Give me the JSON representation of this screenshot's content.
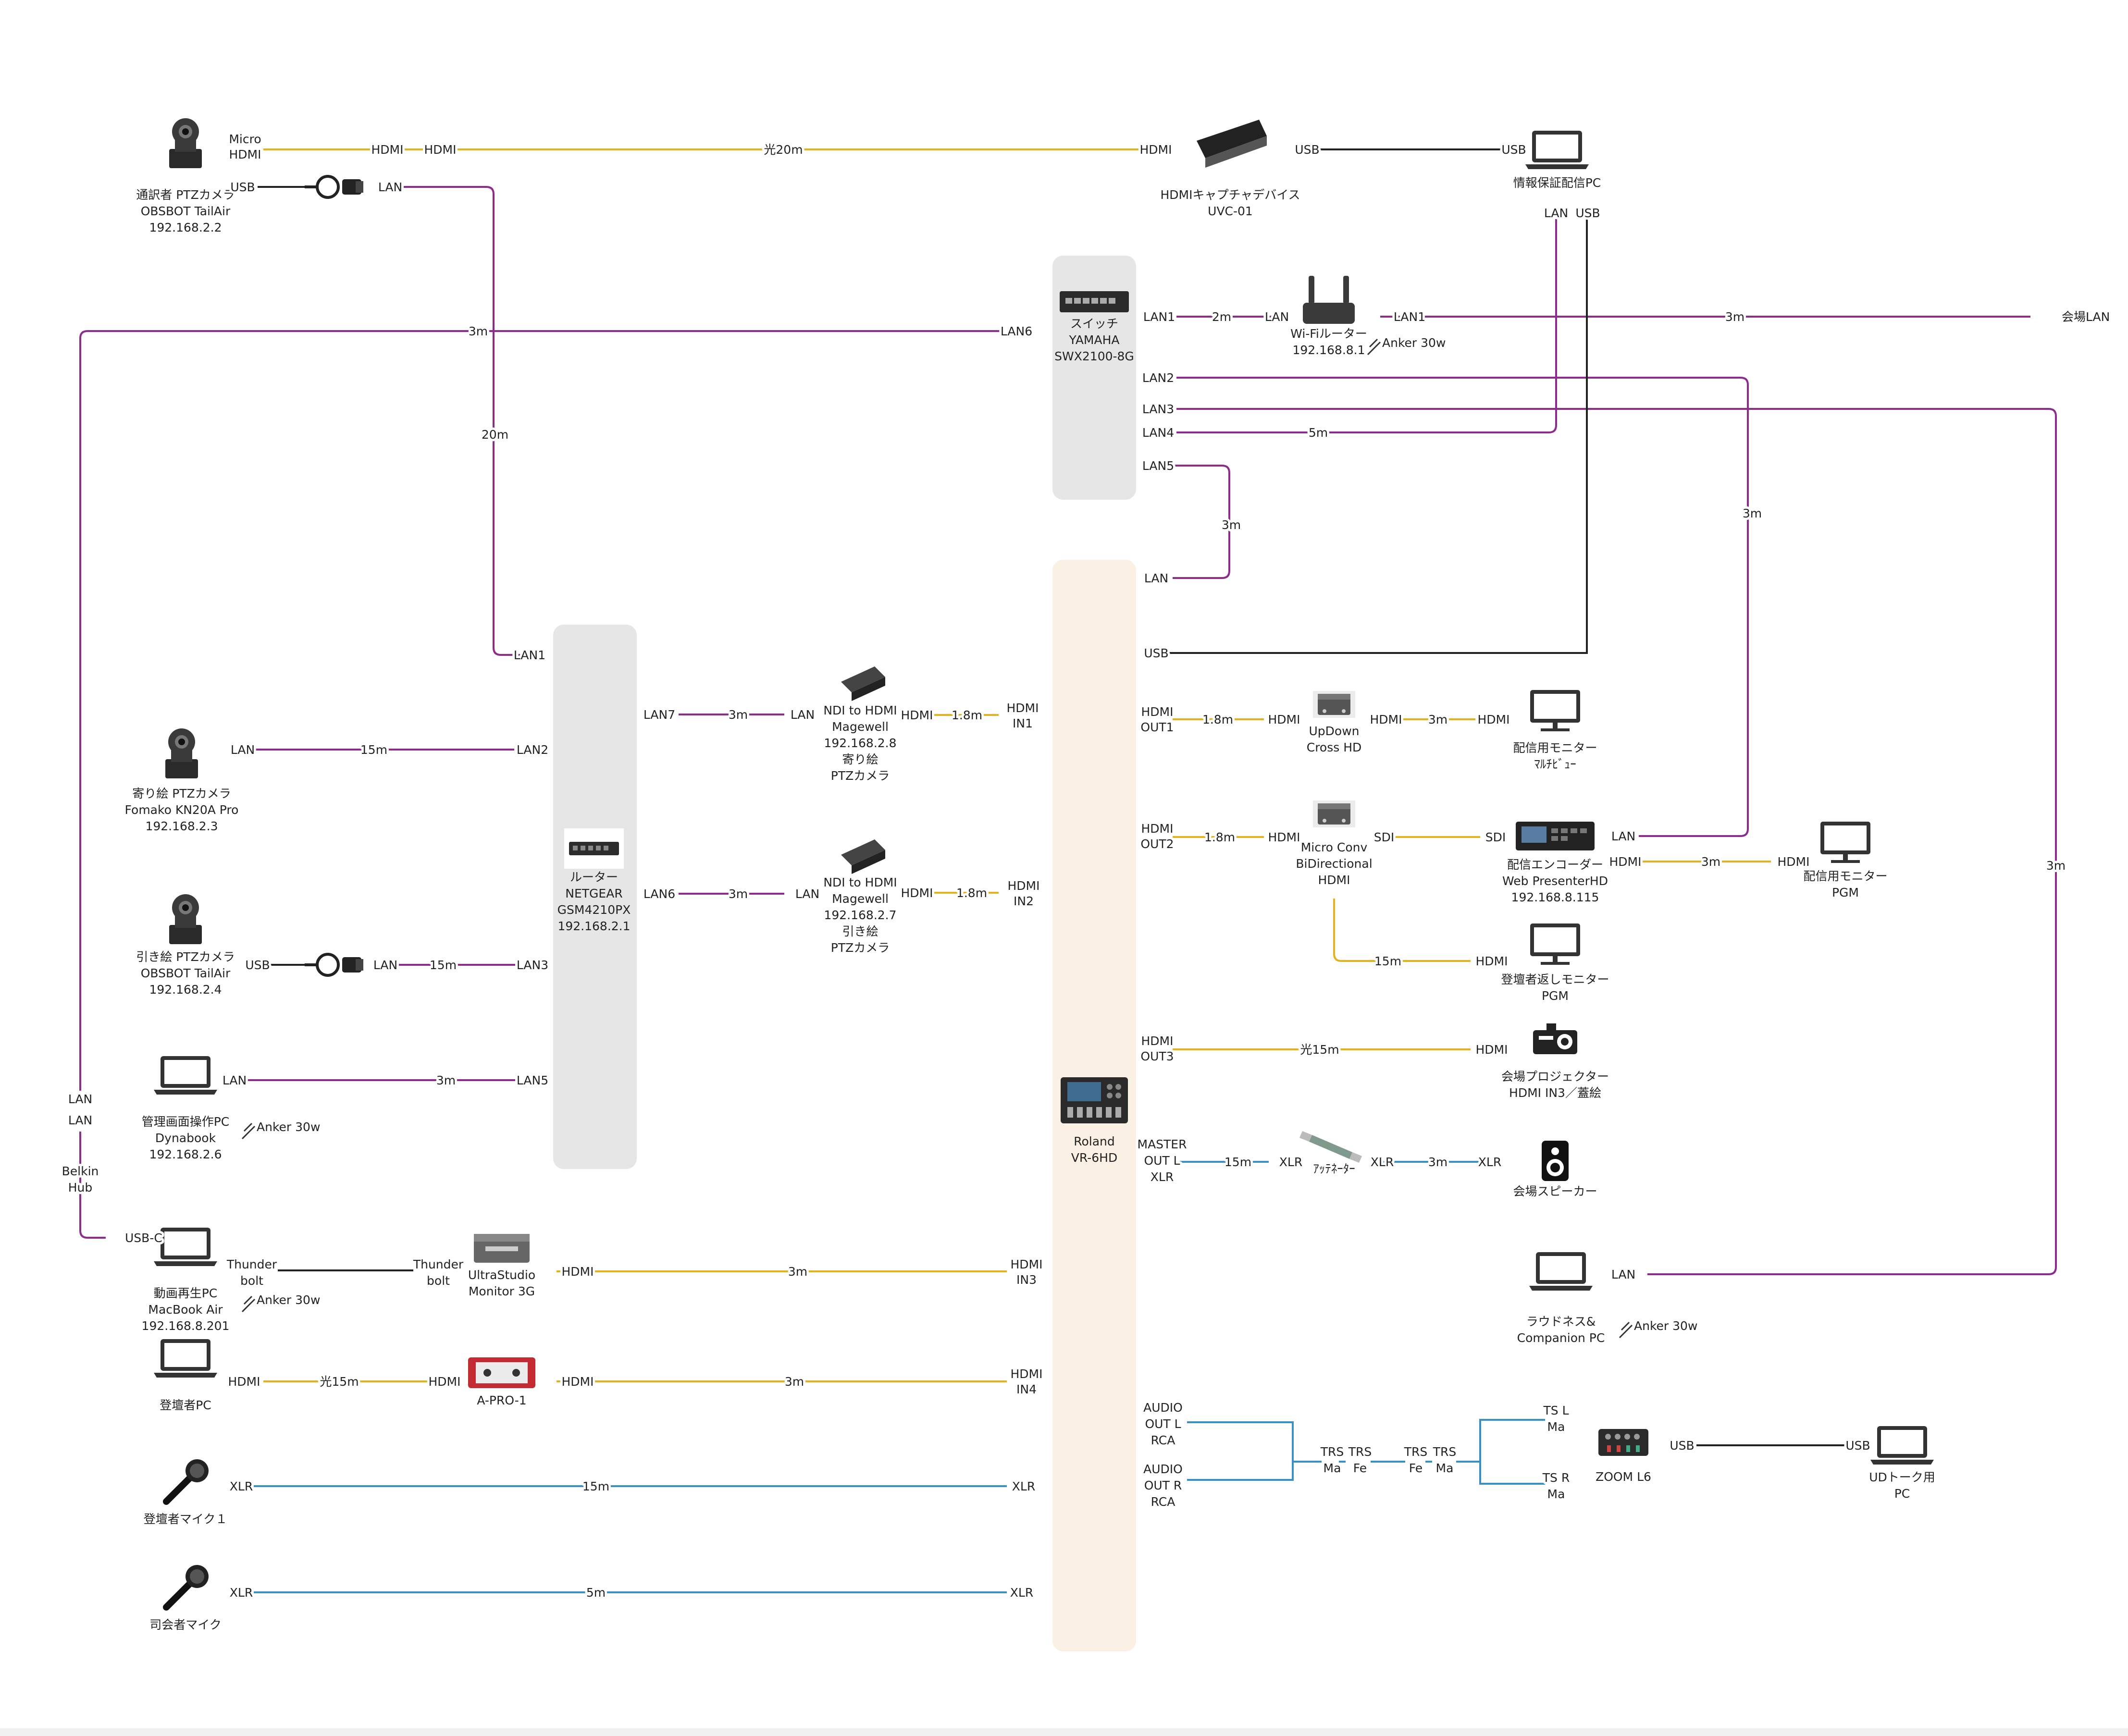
{
  "colors": {
    "hdmi": "#e3b21e",
    "lan": "#8e2c8e",
    "usb": "#222222",
    "audio": "#3a90c4",
    "router_panel": "#e6e6e6",
    "switch_panel": "#e6e6e6",
    "mixer_panel": "#fbf0e4"
  },
  "panels": [
    {
      "id": "switch-panel",
      "color": "switch_panel"
    },
    {
      "id": "router-panel",
      "color": "router_panel"
    },
    {
      "id": "mixer-panel",
      "color": "mixer_panel"
    }
  ],
  "devices": [
    {
      "id": "interp-cam",
      "icon": "ptz-camera-icon",
      "lines": [
        "通訳者 PTZカメラ",
        "OBSBOT TailAir",
        "192.168.2.2"
      ]
    },
    {
      "id": "capture",
      "icon": "capture-device-icon",
      "lines": [
        "HDMIキャプチャデバイス",
        "UVC-01"
      ]
    },
    {
      "id": "infopc",
      "icon": "laptop-icon",
      "lines": [
        "情報保証配信PC"
      ]
    },
    {
      "id": "switch",
      "icon": "network-switch-icon",
      "lines": [
        "スイッチ",
        "YAMAHA",
        "SWX2100-8G"
      ]
    },
    {
      "id": "wifi",
      "icon": "wifi-router-icon",
      "lines": [
        "Wi-Fiルーター",
        "192.168.8.1"
      ]
    },
    {
      "id": "router",
      "icon": "router-icon",
      "lines": [
        "ルーター",
        "NETGEAR",
        "GSM4210PX",
        "192.168.2.1"
      ]
    },
    {
      "id": "ndi1",
      "icon": "ndi-converter-icon",
      "lines": [
        "NDI to HDMI",
        "Magewell",
        "192.168.2.8",
        "寄り絵",
        "PTZカメラ"
      ]
    },
    {
      "id": "ndi2",
      "icon": "ndi-converter-icon",
      "lines": [
        "NDI to HDMI",
        "Magewell",
        "192.168.2.7",
        "引き絵",
        "PTZカメラ"
      ]
    },
    {
      "id": "zoomcam",
      "icon": "ptz-camera-icon",
      "lines": [
        "寄り絵 PTZカメラ",
        "Fomako KN20A Pro",
        "192.168.2.3"
      ]
    },
    {
      "id": "widecam",
      "icon": "ptz-camera-icon",
      "lines": [
        "引き絵 PTZカメラ",
        "OBSBOT TailAir",
        "192.168.2.4"
      ]
    },
    {
      "id": "mgmtpc",
      "icon": "laptop-icon",
      "lines": [
        "管理画面操作PC",
        "Dynabook",
        "192.168.2.6"
      ]
    },
    {
      "id": "videopc",
      "icon": "laptop-icon",
      "lines": [
        "動画再生PC",
        "MacBook Air",
        "192.168.8.201"
      ]
    },
    {
      "id": "ultrastudio",
      "icon": "ultrastudio-icon",
      "lines": [
        "UltraStudio",
        "Monitor 3G"
      ]
    },
    {
      "id": "speakerpc",
      "icon": "laptop-icon",
      "lines": [
        "登壇者PC"
      ]
    },
    {
      "id": "apro",
      "icon": "converter-box-icon",
      "lines": [
        "A-PRO-1"
      ]
    },
    {
      "id": "mic1",
      "icon": "microphone-icon",
      "lines": [
        "登壇者マイク１"
      ]
    },
    {
      "id": "mic2",
      "icon": "microphone-icon",
      "lines": [
        "司会者マイク"
      ]
    },
    {
      "id": "mixer",
      "icon": "video-mixer-icon",
      "lines": [
        "Roland",
        "VR-6HD"
      ]
    },
    {
      "id": "updown",
      "icon": "mini-converter-icon",
      "lines": [
        "UpDown",
        "Cross HD"
      ]
    },
    {
      "id": "mon-multi",
      "icon": "monitor-icon",
      "lines": [
        "配信用モニター",
        "ﾏﾙﾁﾋﾞｭｰ"
      ]
    },
    {
      "id": "microconv",
      "icon": "mini-converter-icon",
      "lines": [
        "Micro Conv",
        "BiDirectional",
        "HDMI"
      ]
    },
    {
      "id": "encoder",
      "icon": "encoder-icon",
      "lines": [
        "配信エンコーダー",
        "Web PresenterHD",
        "192.168.8.115"
      ]
    },
    {
      "id": "mon-pgm",
      "icon": "monitor-icon",
      "lines": [
        "配信用モニター",
        "PGM"
      ]
    },
    {
      "id": "mon-return",
      "icon": "monitor-icon",
      "lines": [
        "登壇者返しモニター",
        "PGM"
      ]
    },
    {
      "id": "projector",
      "icon": "projector-icon",
      "lines": [
        "会場プロジェクター",
        "HDMI IN3／蓋絵"
      ]
    },
    {
      "id": "attenuator",
      "icon": "attenuator-icon",
      "lines": [
        "ｱｯﾃﾈｰﾀｰ"
      ]
    },
    {
      "id": "hall-speaker",
      "icon": "speaker-icon",
      "lines": [
        "会場スピーカー"
      ]
    },
    {
      "id": "loudnesspc",
      "icon": "laptop-icon",
      "lines": [
        "ラウドネス&",
        "Companion PC"
      ]
    },
    {
      "id": "zoom",
      "icon": "audio-recorder-icon",
      "lines": [
        "ZOOM L6"
      ]
    },
    {
      "id": "udpc",
      "icon": "laptop-icon",
      "lines": [
        "UDトーク用",
        "PC"
      ]
    }
  ],
  "power_notes": [
    {
      "id": "pw-wifi",
      "text": "Anker 30w"
    },
    {
      "id": "pw-mgmt",
      "text": "Anker 30w"
    },
    {
      "id": "pw-video",
      "text": "Anker 30w"
    },
    {
      "id": "pw-loud",
      "text": "Anker 30w"
    }
  ],
  "labels": [
    {
      "id": "l1",
      "text": "Micro"
    },
    {
      "id": "l2",
      "text": "HDMI"
    },
    {
      "id": "l3",
      "text": "HDMI"
    },
    {
      "id": "l4",
      "text": "HDMI"
    },
    {
      "id": "l5",
      "text": "光20m"
    },
    {
      "id": "l6",
      "text": "HDMI"
    },
    {
      "id": "l7",
      "text": "USB"
    },
    {
      "id": "l8",
      "text": "USB"
    },
    {
      "id": "l9",
      "text": "USB"
    },
    {
      "id": "l10",
      "text": "LAN"
    },
    {
      "id": "l11",
      "text": "LAN"
    },
    {
      "id": "l12",
      "text": "USB"
    },
    {
      "id": "l13",
      "text": "3m"
    },
    {
      "id": "l14",
      "text": "LAN6"
    },
    {
      "id": "l15",
      "text": "20m"
    },
    {
      "id": "l16",
      "text": "LAN1"
    },
    {
      "id": "l17",
      "text": "2m"
    },
    {
      "id": "l18",
      "text": "LAN"
    },
    {
      "id": "l19",
      "text": "LAN1"
    },
    {
      "id": "l20",
      "text": "3m"
    },
    {
      "id": "l21",
      "text": "会場LAN"
    },
    {
      "id": "l22",
      "text": "LAN2"
    },
    {
      "id": "l23",
      "text": "LAN3"
    },
    {
      "id": "l24",
      "text": "LAN4"
    },
    {
      "id": "l25",
      "text": "5m"
    },
    {
      "id": "l26",
      "text": "LAN5"
    },
    {
      "id": "l27",
      "text": "3m"
    },
    {
      "id": "l28",
      "text": "LAN"
    },
    {
      "id": "l29",
      "text": "3m"
    },
    {
      "id": "l30",
      "text": "USB"
    },
    {
      "id": "l31",
      "text": "LAN1"
    },
    {
      "id": "l32",
      "text": "LAN7"
    },
    {
      "id": "l33",
      "text": "3m"
    },
    {
      "id": "l34",
      "text": "LAN"
    },
    {
      "id": "l35",
      "text": "HDMI"
    },
    {
      "id": "l36",
      "text": "1.8m"
    },
    {
      "id": "l37",
      "text": "HDMI"
    },
    {
      "id": "l38",
      "text": "IN1"
    },
    {
      "id": "l39",
      "text": "LAN"
    },
    {
      "id": "l40",
      "text": "15m"
    },
    {
      "id": "l41",
      "text": "LAN2"
    },
    {
      "id": "l42",
      "text": "LAN6"
    },
    {
      "id": "l43",
      "text": "3m"
    },
    {
      "id": "l44",
      "text": "LAN"
    },
    {
      "id": "l45",
      "text": "HDMI"
    },
    {
      "id": "l46",
      "text": "1.8m"
    },
    {
      "id": "l47",
      "text": "HDMI"
    },
    {
      "id": "l48",
      "text": "IN2"
    },
    {
      "id": "l49",
      "text": "USB"
    },
    {
      "id": "l50",
      "text": "LAN"
    },
    {
      "id": "l51",
      "text": "15m"
    },
    {
      "id": "l52",
      "text": "LAN3"
    },
    {
      "id": "l53",
      "text": "LAN"
    },
    {
      "id": "l54",
      "text": "3m"
    },
    {
      "id": "l55",
      "text": "LAN5"
    },
    {
      "id": "l56",
      "text": "LAN"
    },
    {
      "id": "l57",
      "text": "LAN"
    },
    {
      "id": "l58",
      "text": "Belkin"
    },
    {
      "id": "l59",
      "text": "Hub"
    },
    {
      "id": "l60",
      "text": "USB-C"
    },
    {
      "id": "l61",
      "text": "Thunder"
    },
    {
      "id": "l62",
      "text": "bolt"
    },
    {
      "id": "l63",
      "text": "Thunder"
    },
    {
      "id": "l64",
      "text": "bolt"
    },
    {
      "id": "l65",
      "text": "HDMI"
    },
    {
      "id": "l66",
      "text": "3m"
    },
    {
      "id": "l67",
      "text": "HDMI"
    },
    {
      "id": "l68",
      "text": "IN3"
    },
    {
      "id": "l69",
      "text": "HDMI"
    },
    {
      "id": "l70",
      "text": "光15m"
    },
    {
      "id": "l71",
      "text": "HDMI"
    },
    {
      "id": "l72",
      "text": "HDMI"
    },
    {
      "id": "l73",
      "text": "3m"
    },
    {
      "id": "l74",
      "text": "HDMI"
    },
    {
      "id": "l75",
      "text": "IN4"
    },
    {
      "id": "l76",
      "text": "XLR"
    },
    {
      "id": "l77",
      "text": "15m"
    },
    {
      "id": "l78",
      "text": "XLR"
    },
    {
      "id": "l79",
      "text": "XLR"
    },
    {
      "id": "l80",
      "text": "5m"
    },
    {
      "id": "l81",
      "text": "XLR"
    },
    {
      "id": "l82",
      "text": "HDMI"
    },
    {
      "id": "l83",
      "text": "OUT1"
    },
    {
      "id": "l84",
      "text": "1.8m"
    },
    {
      "id": "l85",
      "text": "HDMI"
    },
    {
      "id": "l86",
      "text": "HDMI"
    },
    {
      "id": "l87",
      "text": "3m"
    },
    {
      "id": "l88",
      "text": "HDMI"
    },
    {
      "id": "l89",
      "text": "HDMI"
    },
    {
      "id": "l90",
      "text": "OUT2"
    },
    {
      "id": "l91",
      "text": "1.8m"
    },
    {
      "id": "l92",
      "text": "HDMI"
    },
    {
      "id": "l93",
      "text": "SDI"
    },
    {
      "id": "l94",
      "text": "SDI"
    },
    {
      "id": "l95",
      "text": "LAN"
    },
    {
      "id": "l96",
      "text": "HDMI"
    },
    {
      "id": "l97",
      "text": "3m"
    },
    {
      "id": "l98",
      "text": "HDMI"
    },
    {
      "id": "l99",
      "text": "15m"
    },
    {
      "id": "l100",
      "text": "HDMI"
    },
    {
      "id": "l101",
      "text": "HDMI"
    },
    {
      "id": "l102",
      "text": "OUT3"
    },
    {
      "id": "l103",
      "text": "光15m"
    },
    {
      "id": "l104",
      "text": "HDMI"
    },
    {
      "id": "l105",
      "text": "MASTER"
    },
    {
      "id": "l106",
      "text": "OUT L"
    },
    {
      "id": "l107",
      "text": "XLR"
    },
    {
      "id": "l108",
      "text": "15m"
    },
    {
      "id": "l109",
      "text": "XLR"
    },
    {
      "id": "l110",
      "text": "XLR"
    },
    {
      "id": "l111",
      "text": "3m"
    },
    {
      "id": "l112",
      "text": "XLR"
    },
    {
      "id": "l113",
      "text": "3m"
    },
    {
      "id": "l114",
      "text": "3m"
    },
    {
      "id": "l115",
      "text": "LAN"
    },
    {
      "id": "l116",
      "text": "AUDIO"
    },
    {
      "id": "l117",
      "text": "OUT L"
    },
    {
      "id": "l118",
      "text": "RCA"
    },
    {
      "id": "l119",
      "text": "AUDIO"
    },
    {
      "id": "l120",
      "text": "OUT R"
    },
    {
      "id": "l121",
      "text": "RCA"
    },
    {
      "id": "l122",
      "text": "TRS"
    },
    {
      "id": "l123",
      "text": "Ma"
    },
    {
      "id": "l124",
      "text": "TRS"
    },
    {
      "id": "l125",
      "text": "Fe"
    },
    {
      "id": "l126",
      "text": "TRS"
    },
    {
      "id": "l127",
      "text": "Fe"
    },
    {
      "id": "l128",
      "text": "TRS"
    },
    {
      "id": "l129",
      "text": "Ma"
    },
    {
      "id": "l130",
      "text": "TS L"
    },
    {
      "id": "l131",
      "text": "Ma"
    },
    {
      "id": "l132",
      "text": "TS R"
    },
    {
      "id": "l133",
      "text": "Ma"
    },
    {
      "id": "l134",
      "text": "USB"
    },
    {
      "id": "l135",
      "text": "USB"
    }
  ],
  "connections": [
    {
      "id": "c-cam-hdmi",
      "type": "hdmi"
    },
    {
      "id": "c-cap-usb",
      "type": "usb"
    },
    {
      "id": "c-cam-usb",
      "type": "usb"
    },
    {
      "id": "c-cam-lan",
      "type": "lan"
    },
    {
      "id": "c-lan6-belkin",
      "type": "lan"
    },
    {
      "id": "c-belkin-video",
      "type": "lan"
    },
    {
      "id": "c-sw-wifi",
      "type": "lan"
    },
    {
      "id": "c-wifi-hall",
      "type": "lan"
    },
    {
      "id": "c-lan2-encoder",
      "type": "lan"
    },
    {
      "id": "c-lan3-loud",
      "type": "lan"
    },
    {
      "id": "c-lan4-infopc",
      "type": "lan"
    },
    {
      "id": "c-usb-infopc",
      "type": "usb"
    },
    {
      "id": "c-lan5-mixer",
      "type": "lan"
    },
    {
      "id": "c-lan7-ndi1",
      "type": "lan"
    },
    {
      "id": "c-ndi1-in1",
      "type": "hdmi"
    },
    {
      "id": "c-lan6-ndi2",
      "type": "lan"
    },
    {
      "id": "c-ndi2-in2",
      "type": "hdmi"
    },
    {
      "id": "c-zoomcam-lan2",
      "type": "lan"
    },
    {
      "id": "c-widecam-usb",
      "type": "usb"
    },
    {
      "id": "c-widecam-lan3",
      "type": "lan"
    },
    {
      "id": "c-mgmt-lan5",
      "type": "lan"
    },
    {
      "id": "c-thunderbolt",
      "type": "usb"
    },
    {
      "id": "c-us-in3",
      "type": "hdmi"
    },
    {
      "id": "c-spk-apro",
      "type": "hdmi"
    },
    {
      "id": "c-apro-in4",
      "type": "hdmi"
    },
    {
      "id": "c-mic1",
      "type": "audio"
    },
    {
      "id": "c-mic2",
      "type": "audio"
    },
    {
      "id": "c-out1-updown",
      "type": "hdmi"
    },
    {
      "id": "c-updown-mon",
      "type": "hdmi"
    },
    {
      "id": "c-out2-micro",
      "type": "hdmi"
    },
    {
      "id": "c-micro-enc",
      "type": "hdmi"
    },
    {
      "id": "c-enc-mon",
      "type": "hdmi"
    },
    {
      "id": "c-micro-return",
      "type": "hdmi"
    },
    {
      "id": "c-out3-proj",
      "type": "hdmi"
    },
    {
      "id": "c-master-att",
      "type": "audio"
    },
    {
      "id": "c-att-spk",
      "type": "audio"
    },
    {
      "id": "c-audio-l",
      "type": "audio"
    },
    {
      "id": "c-audio-r",
      "type": "audio"
    },
    {
      "id": "c-audio-merge",
      "type": "audio"
    },
    {
      "id": "c-trs-chain",
      "type": "audio"
    },
    {
      "id": "c-ts-l",
      "type": "audio"
    },
    {
      "id": "c-ts-r",
      "type": "audio"
    },
    {
      "id": "c-zoom-udpc",
      "type": "usb"
    }
  ]
}
